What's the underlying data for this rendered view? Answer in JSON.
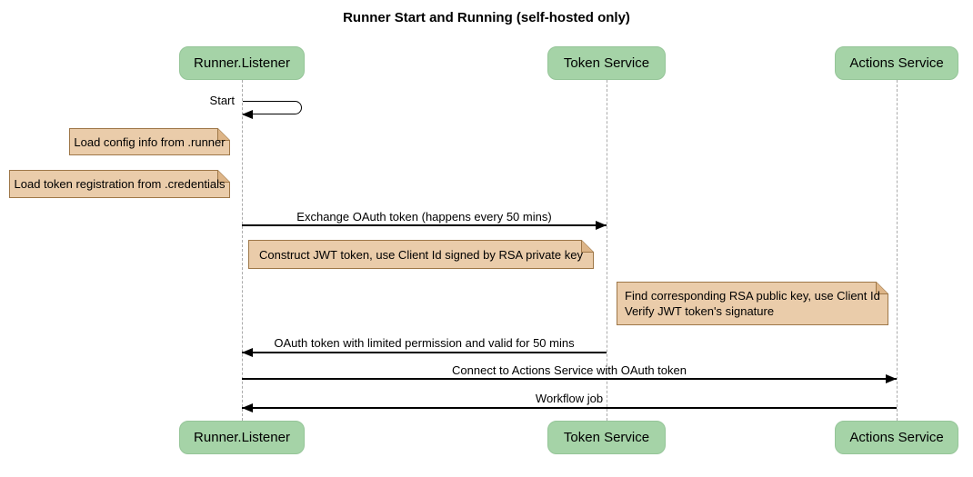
{
  "diagram": {
    "title": "Runner Start and Running (self-hosted only)"
  },
  "participants": [
    {
      "label": "Runner.Listener"
    },
    {
      "label": "Token Service"
    },
    {
      "label": "Actions Service"
    }
  ],
  "messages": [
    {
      "label": "Start",
      "from": "Runner.Listener",
      "to": "Runner.Listener",
      "self": true
    },
    {
      "label": "Exchange OAuth token (happens every 50 mins)",
      "from": "Runner.Listener",
      "to": "Token Service"
    },
    {
      "label": "OAuth token with limited permission and valid for 50 mins",
      "from": "Token Service",
      "to": "Runner.Listener"
    },
    {
      "label": "Connect to Actions Service with OAuth token",
      "from": "Runner.Listener",
      "to": "Actions Service"
    },
    {
      "label": "Workflow job",
      "from": "Actions Service",
      "to": "Runner.Listener"
    }
  ],
  "notes": [
    {
      "lines": [
        "Load config info from .runner"
      ],
      "placement": "left of Runner.Listener"
    },
    {
      "lines": [
        "Load token registration from .credentials"
      ],
      "placement": "left of Runner.Listener"
    },
    {
      "lines": [
        "Construct JWT token, use Client Id signed by RSA private key"
      ],
      "placement": "over Runner.Listener and Token Service"
    },
    {
      "lines": [
        "Find corresponding RSA public key, use Client Id",
        "Verify JWT token's signature"
      ],
      "placement": "over Token Service and Actions Service"
    }
  ],
  "colors": {
    "participant_fill": "#a5d3a7",
    "participant_border": "#95c598",
    "note_fill": "#eaccaa",
    "note_border": "#9e7748",
    "note_fold": "#ddb588",
    "lifeline": "#ababab",
    "arrow": "#000000",
    "text": "#000000",
    "background": "#ffffff"
  }
}
